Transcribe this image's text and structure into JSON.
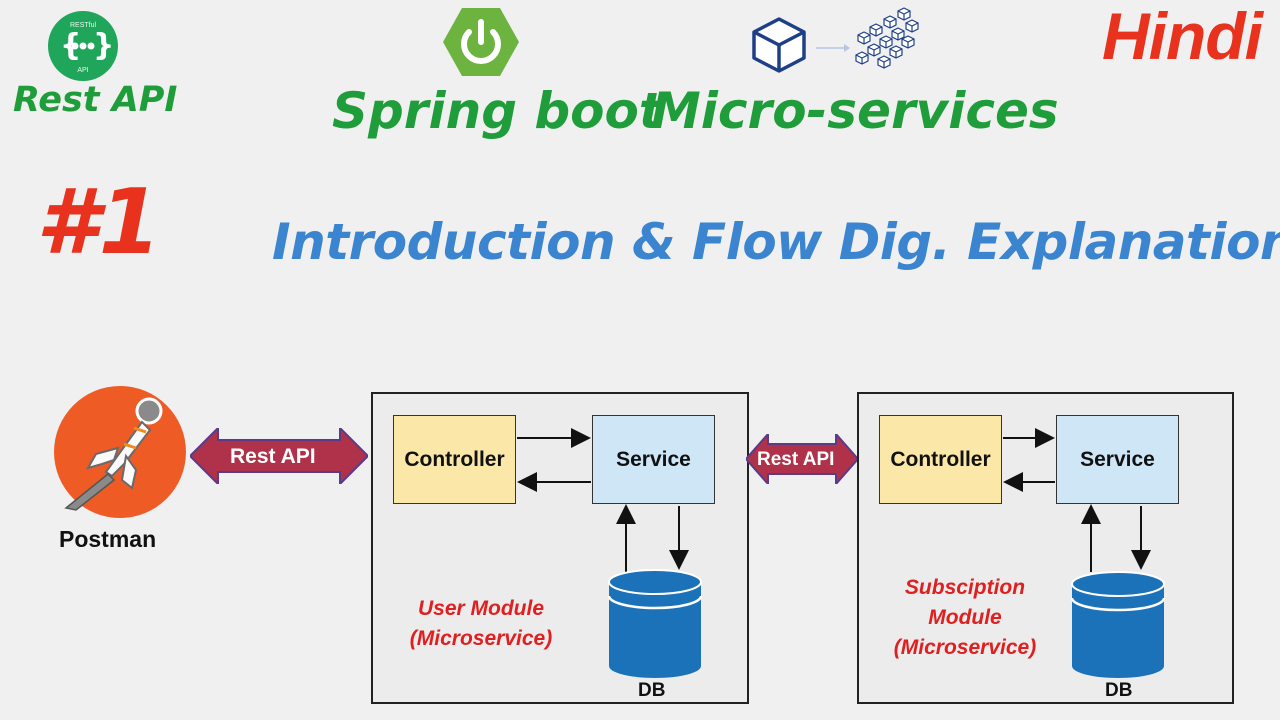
{
  "header": {
    "restapi_logo_text": "RESTful API",
    "rest_api_title": "Rest API",
    "spring_boot_title": "Spring boot",
    "microservices_title": "Micro-services",
    "language": "Hindi",
    "episode": "#1",
    "heading": "Introduction & Flow Dig. Explanation"
  },
  "colors": {
    "green": "#1f9d3a",
    "red": "#e8321e",
    "blue": "#3a84d0",
    "controller_fill": "#fbe8a8",
    "service_fill": "#cfe6f7",
    "db_fill": "#1b72b8",
    "arrow_fill": "#b0324a",
    "postman_orange": "#ef5b25"
  },
  "diagram": {
    "client": {
      "name": "Postman",
      "icon": "postman-icon"
    },
    "link_label_1": "Rest API",
    "link_label_2": "Rest API",
    "modules": [
      {
        "label_line1": "User Module",
        "label_line2": "(Microservice)",
        "controller": "Controller",
        "service": "Service",
        "db": "DB"
      },
      {
        "label_line1": "Subsciption",
        "label_line2": "Module",
        "label_line3": "(Microservice)",
        "controller": "Controller",
        "service": "Service",
        "db": "DB"
      }
    ]
  }
}
